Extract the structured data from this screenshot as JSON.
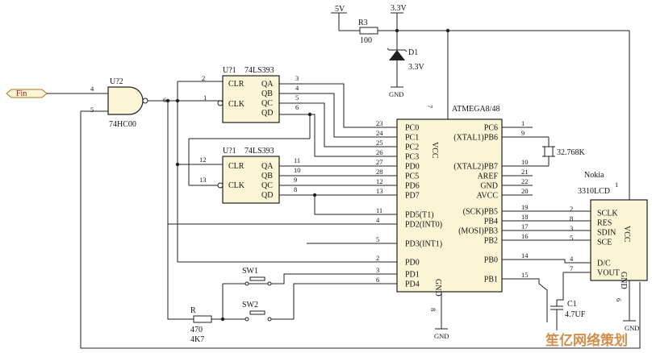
{
  "supply": {
    "v5": "5V",
    "v33": "3.3V",
    "r3": "R3",
    "r3_val": "100",
    "d1": "D1",
    "d1_val": "3.3V",
    "gnd": "GND"
  },
  "fin": "Fin",
  "gate": {
    "name": "U?2",
    "part": "74HC00",
    "pin_a": "4",
    "pin_b": "5",
    "pin_out": "6"
  },
  "counter1": {
    "name": "U?1",
    "part": "74LS393",
    "clr": "CLR",
    "clk": "CLK",
    "pin_clr": "2",
    "pin_clk": "1",
    "outs": [
      "QA",
      "QB",
      "QC",
      "QD"
    ],
    "out_pins": [
      "3",
      "4",
      "5",
      "6"
    ]
  },
  "counter2": {
    "name": "U?1",
    "part": "74LS393",
    "clr": "CLR",
    "clk": "CLK",
    "pin_clr": "12",
    "pin_clk": "13",
    "outs": [
      "QA",
      "QB",
      "QC",
      "QD"
    ],
    "out_pins": [
      "11",
      "10",
      "9",
      "8"
    ]
  },
  "mcu": {
    "name": "ATMEGA8/48",
    "vcc": "VCC",
    "vcc_pin": "7",
    "gnd": "GND",
    "gnd_pin": "8",
    "left_labels": [
      "PC0",
      "PC1",
      "PC2",
      "PC3",
      "PD0",
      "PC5",
      "PD6",
      "PD7",
      "PD5(T1)",
      "PD2(INT0)",
      "PD3(INT1)",
      "PD0",
      "PD1",
      "PD4"
    ],
    "left_pins": [
      "23",
      "24",
      "25",
      "26",
      "27",
      "28",
      "12",
      "13",
      "11",
      "4",
      "5",
      "2",
      "3",
      "6"
    ],
    "right_labels": [
      "PC6",
      "(XTAL1)PB6",
      "(XTAL2)PB7",
      "AREF",
      "GND",
      "AVCC",
      "(SCK)PB5",
      "PB4",
      "(MOSI)PB3",
      "PB2",
      "PB0",
      "PB1"
    ],
    "right_pins": [
      "1",
      "9",
      "10",
      "21",
      "22",
      "20",
      "19",
      "18",
      "17",
      "16",
      "14",
      "15"
    ]
  },
  "crystal": "32.768K",
  "lcd": {
    "name": "Nokia",
    "part": "3310LCD",
    "vcc": "VCC",
    "vcc_pin": "1",
    "gnd": "GND",
    "gnd_pin": "6",
    "labels": [
      "SCLK",
      "RES",
      "SDIN",
      "SCE",
      "D/C",
      "VOUT"
    ],
    "pins": [
      "2",
      "8",
      "3",
      "5",
      "4",
      "7"
    ]
  },
  "cap": {
    "name": "C1",
    "value": "4.7UF"
  },
  "switches": {
    "sw1": "SW1",
    "sw2": "SW2"
  },
  "resistor": {
    "name": "R",
    "value": "470",
    "value2": "4K7"
  },
  "gnd_labels": [
    "GND",
    "GND",
    "GND"
  ],
  "watermark": "笙亿网络策划"
}
